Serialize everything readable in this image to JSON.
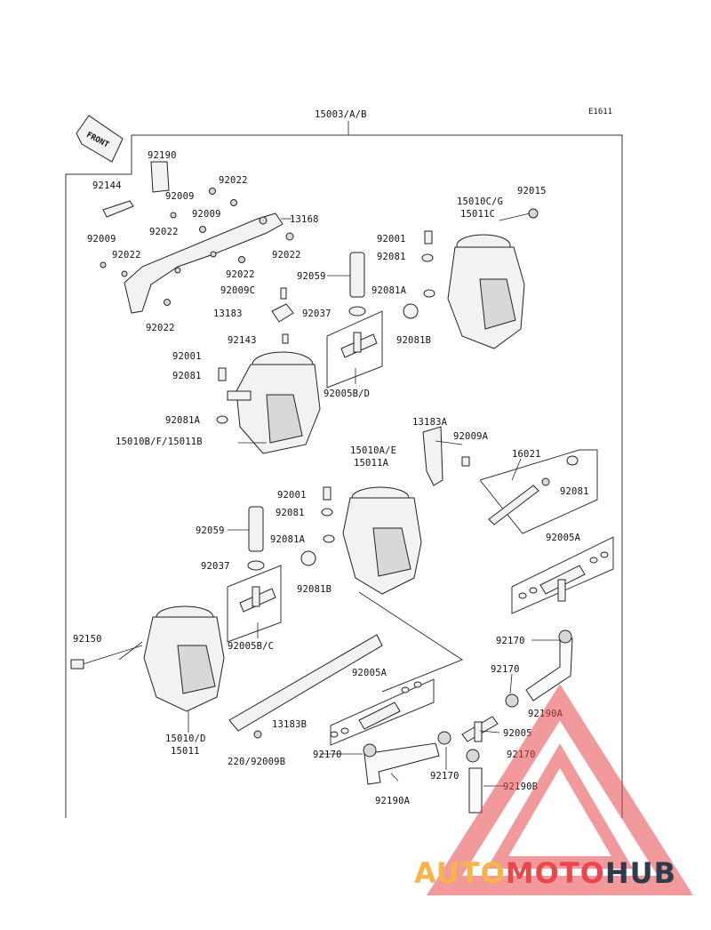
{
  "diagram": {
    "code": "E1611",
    "front_label": "FRONT",
    "assembly_label": "15003/A/B"
  },
  "labels": {
    "l92190": "92190",
    "l92022a": "92022",
    "l92144": "92144",
    "l92009a": "92009",
    "l92009b": "92009",
    "l92022b": "92022",
    "l13168": "13168",
    "l92009c": "92009",
    "l92022c": "92022",
    "l92022d": "92022",
    "l92022e": "92022",
    "l92022f": "92022",
    "l92059a": "92059",
    "l92009C": "92009C",
    "l13183": "13183",
    "l92037a": "92037",
    "l92143": "92143",
    "l92001a": "92001",
    "l92081a": "92081",
    "l92005BDa": "92005B/D",
    "l92081Aa": "92081A",
    "l15010BF": "15010B/F/15011B",
    "l15010CG": "15010C/G",
    "l15011C": "15011C",
    "l92015": "92015",
    "l92001b": "92001",
    "l92081b": "92081",
    "l92081Ab": "92081A",
    "l92081Ba": "92081B",
    "l13183A": "13183A",
    "l92009A": "92009A",
    "l15010AE": "15010A/E",
    "l15011A": "15011A",
    "l16021": "16021",
    "l92001c": "92001",
    "l92081c": "92081",
    "l92081d": "92081",
    "l92059b": "92059",
    "l92081Ac": "92081A",
    "l92037b": "92037",
    "l92081Bb": "92081B",
    "l92005A1": "92005A",
    "l92005BC": "92005B/C",
    "l92150": "92150",
    "l92170a": "92170",
    "l92005A2": "92005A",
    "l92170b": "92170",
    "l92190Aa": "92190A",
    "l13183B": "13183B",
    "l92005": "92005",
    "l15010D": "15010/D",
    "l15011": "15011",
    "l92170c": "92170",
    "l92170d": "92170",
    "l220": "220/92009B",
    "l92190B": "92190B",
    "l92170e": "92170",
    "l92190Ab": "92190A"
  },
  "watermark": {
    "part1": "AUTO",
    "part2": "MOTO",
    "part3": "HUB",
    "colors": {
      "auto": "#f5b54b",
      "moto": "#e8474c",
      "hub": "#2f3a4a"
    }
  }
}
